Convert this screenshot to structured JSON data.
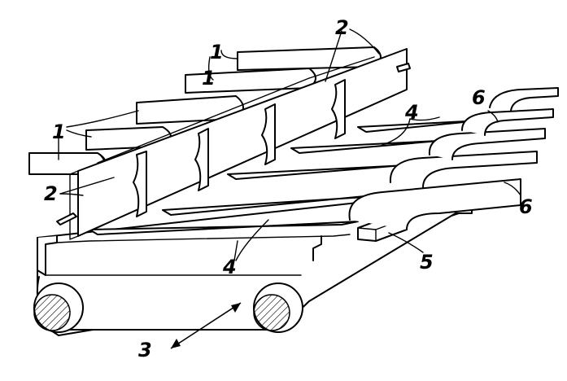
{
  "figure": {
    "labels": {
      "rods_group": "1",
      "plates": "2",
      "conveyor_belt": "3",
      "guide_rails": "4",
      "stop": "5",
      "bent_strips": "6"
    }
  }
}
